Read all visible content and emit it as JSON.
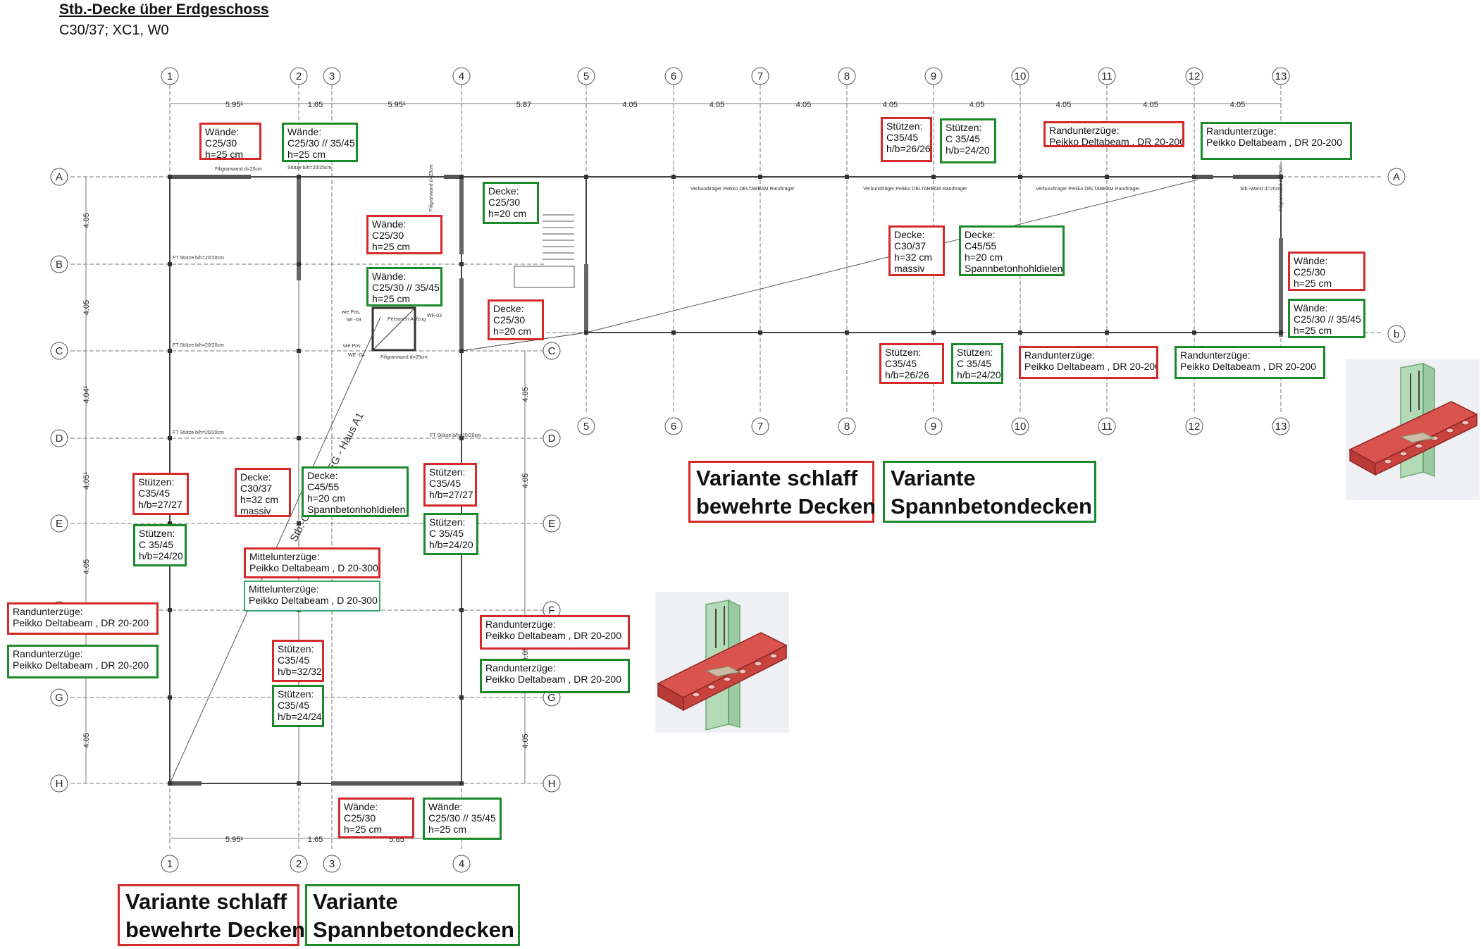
{
  "header": {
    "title": "Stb.-Decke über Erdgeschoss",
    "subtitle": "C30/37; XC1, W0"
  },
  "axes": {
    "numbers": [
      "1",
      "2",
      "3",
      "4",
      "5",
      "6",
      "7",
      "8",
      "9",
      "10",
      "11",
      "12",
      "13"
    ],
    "letters": [
      "A",
      "B",
      "C",
      "D",
      "E",
      "F",
      "G",
      "H"
    ],
    "right_b": "b"
  },
  "dims": {
    "top": [
      "5.95¹",
      "1.65",
      "5.95¹",
      "5.87",
      "4.05",
      "4.05",
      "4.05",
      "4.05",
      "4.05",
      "4.05",
      "4.05",
      "4.05"
    ],
    "bottom": [
      "5.95¹",
      "1.65",
      "5.85"
    ],
    "left": [
      "4.05",
      "4.05",
      "4.04¹",
      "4.05¹",
      "4.05",
      "4.05",
      "4.05"
    ],
    "right": [
      "4.05",
      "4.05",
      "4.05",
      "4.05"
    ]
  },
  "plan_notes": {
    "filigran": "Filigranwand d=25cm",
    "stuetze": "Stütze b/h=20/25cm",
    "wie_pos": "wie Pos.",
    "wi03": "WI -03",
    "we04": "WE -04",
    "wf03": "WF-03",
    "aufzug": "Personen-Aufzug",
    "schnitt_haus": "Stb.-Gecke über EG - Haus A1",
    "stb_wand": "Stb.-Wand d=20cm",
    "verbund": "Verbundträger Peikko DELTABEAM Randträger",
    "ft": "FT Stütze b/h=20/20cm"
  },
  "labels": [
    {
      "id": "w1",
      "color": "red",
      "lines": [
        "Wände:",
        "C25/30",
        "h=25 cm"
      ]
    },
    {
      "id": "w2",
      "color": "green",
      "lines": [
        "Wände:",
        "C25/30 // 35/45",
        "h=25 cm"
      ]
    },
    {
      "id": "w3",
      "color": "red",
      "lines": [
        "Wände:",
        "C25/30",
        "h=25 cm"
      ]
    },
    {
      "id": "w4",
      "color": "green",
      "lines": [
        "Wände:",
        "C25/30 // 35/45",
        "h=25 cm"
      ]
    },
    {
      "id": "d1",
      "color": "green",
      "lines": [
        "Decke:",
        "C25/30",
        "h=20 cm"
      ]
    },
    {
      "id": "d2",
      "color": "red",
      "lines": [
        "Decke:",
        "C25/30",
        "h=20 cm"
      ]
    },
    {
      "id": "s1",
      "color": "red",
      "lines": [
        "Stützen:",
        "C35/45",
        "h/b=26/26"
      ]
    },
    {
      "id": "s2",
      "color": "green",
      "lines": [
        "Stützen:",
        "C 35/45",
        "h/b=24/20"
      ]
    },
    {
      "id": "ru1",
      "color": "red",
      "lines": [
        "Randunterzüge:",
        "Peikko Deltabeam , DR 20-200"
      ]
    },
    {
      "id": "ru2",
      "color": "green",
      "lines": [
        "Randunterzüge:",
        "Peikko Deltabeam , DR 20-200"
      ]
    },
    {
      "id": "d3",
      "color": "red",
      "lines": [
        "Decke:",
        "C30/37",
        "h=32 cm",
        "massiv"
      ]
    },
    {
      "id": "d4",
      "color": "green",
      "lines": [
        "Decke:",
        "C45/55",
        "h=20 cm",
        "Spannbetonhohldielen"
      ]
    },
    {
      "id": "w5",
      "color": "red",
      "lines": [
        "Wände:",
        "C25/30",
        "h=25 cm"
      ]
    },
    {
      "id": "w6",
      "color": "green",
      "lines": [
        "Wände:",
        "C25/30 // 35/45",
        "h=25 cm"
      ]
    },
    {
      "id": "s3",
      "color": "red",
      "lines": [
        "Stützen:",
        "C35/45",
        "h/b=26/26"
      ]
    },
    {
      "id": "s4",
      "color": "green",
      "lines": [
        "Stützen:",
        "C 35/45",
        "h/b=24/20"
      ]
    },
    {
      "id": "ru3",
      "color": "red",
      "lines": [
        "Randunterzüge:",
        "Peikko Deltabeam , DR 20-200"
      ]
    },
    {
      "id": "ru4",
      "color": "green",
      "lines": [
        "Randunterzüge:",
        "Peikko Deltabeam , DR 20-200"
      ]
    },
    {
      "id": "s5",
      "color": "red",
      "lines": [
        "Stützen:",
        "C35/45",
        "h/b=27/27"
      ]
    },
    {
      "id": "s6",
      "color": "green",
      "lines": [
        "Stützen:",
        "C 35/45",
        "h/b=24/20"
      ]
    },
    {
      "id": "d5",
      "color": "red",
      "lines": [
        "Decke:",
        "C30/37",
        "h=32 cm",
        "massiv"
      ]
    },
    {
      "id": "d6",
      "color": "green",
      "lines": [
        "Decke:",
        "C45/55",
        "h=20 cm",
        "Spannbetonhohldielen"
      ]
    },
    {
      "id": "s7",
      "color": "red",
      "lines": [
        "Stützen:",
        "C35/45",
        "h/b=27/27"
      ]
    },
    {
      "id": "s8",
      "color": "green",
      "lines": [
        "Stützen:",
        "C 35/45",
        "h/b=24/20"
      ]
    },
    {
      "id": "mu1",
      "color": "red",
      "lines": [
        "Mittelunterzüge:",
        "Peikko Deltabeam , D 20-300"
      ]
    },
    {
      "id": "mu2",
      "color": "green",
      "lines": [
        "Mittelunterzüge:",
        "Peikko Deltabeam , D 20-300"
      ]
    },
    {
      "id": "ru5",
      "color": "red",
      "lines": [
        "Randunterzüge:",
        "Peikko Deltabeam , DR 20-200"
      ]
    },
    {
      "id": "ru6",
      "color": "green",
      "lines": [
        "Randunterzüge:",
        "Peikko Deltabeam , DR 20-200"
      ]
    },
    {
      "id": "ru7",
      "color": "red",
      "lines": [
        "Randunterzüge:",
        "Peikko Deltabeam , DR 20-200"
      ]
    },
    {
      "id": "ru8",
      "color": "green",
      "lines": [
        "Randunterzüge:",
        "Peikko Deltabeam , DR 20-200"
      ]
    },
    {
      "id": "s9",
      "color": "red",
      "lines": [
        "Stützen:",
        "C35/45",
        "h/b=32/32"
      ]
    },
    {
      "id": "s10",
      "color": "green",
      "lines": [
        "Stützen:",
        "C35/45",
        "h/b=24/24"
      ]
    },
    {
      "id": "w7",
      "color": "red",
      "lines": [
        "Wände:",
        "C25/30",
        "h=25 cm"
      ]
    },
    {
      "id": "w8",
      "color": "green",
      "lines": [
        "Wände:",
        "C25/30 // 35/45",
        "h=25 cm"
      ]
    }
  ],
  "variants": [
    {
      "id": "v1r",
      "color": "red",
      "lines": [
        "Variante schlaff",
        "bewehrte Decken"
      ]
    },
    {
      "id": "v1g",
      "color": "green",
      "lines": [
        "Variante",
        "Spannbetondecken"
      ]
    },
    {
      "id": "v2r",
      "color": "red",
      "lines": [
        "Variante schlaff",
        "bewehrte Decken"
      ]
    },
    {
      "id": "v2g",
      "color": "green",
      "lines": [
        "Variante",
        "Spannbetondecken"
      ]
    }
  ],
  "colors": {
    "red": "#d42a2a",
    "green": "#1a8a2a",
    "beam": "#d9534f",
    "column": "#9ed3a6"
  },
  "icons": [
    "deltabeam-column-connection-icon"
  ]
}
